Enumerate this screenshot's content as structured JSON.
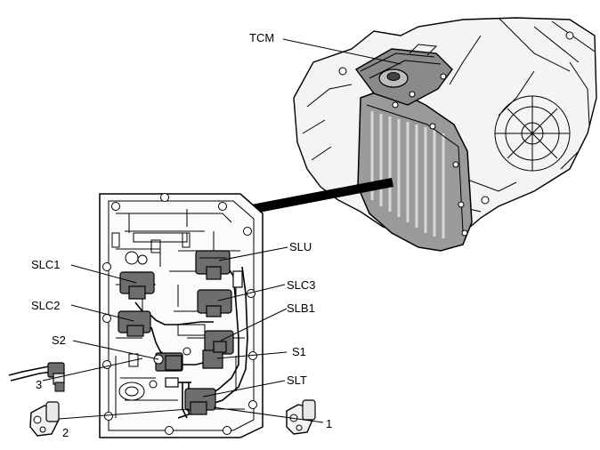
{
  "labels": {
    "tcm": "TCM",
    "slu": "SLU",
    "slc1": "SLC1",
    "slc3": "SLC3",
    "slc2": "SLC2",
    "slb1": "SLB1",
    "s2": "S2",
    "s1": "S1",
    "slt": "SLT",
    "part1": "1",
    "part2": "2",
    "part3": "3"
  }
}
